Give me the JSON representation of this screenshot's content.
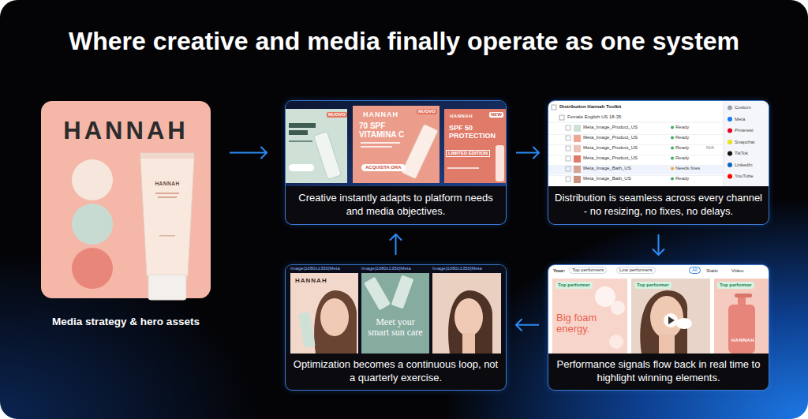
{
  "diagram": {
    "title": "Where creative and media finally operate as one system",
    "nodes": [
      {
        "text": [
          "HANNAH",
          "Media strategy & hero assets"
        ]
      },
      {
        "text": [
          "Creative instantly adapts to platform needs and media objectives."
        ]
      },
      {
        "text": [
          "Distribution is seamless across every channel - no resizing, no fixes, no delays."
        ]
      },
      {
        "text": [
          "Performance signals flow back in real time to highlight winning elements."
        ]
      },
      {
        "text": [
          "Optimization becomes a continuous loop, not a quarterly exercise."
        ]
      }
    ],
    "edges": [
      {
        "from": 0,
        "to": 1,
        "arrow": "to"
      },
      {
        "from": 1,
        "to": 2,
        "arrow": "to"
      },
      {
        "from": 2,
        "to": 3,
        "arrow": "to"
      },
      {
        "from": 3,
        "to": 4,
        "arrow": "to"
      },
      {
        "from": 4,
        "to": 1,
        "arrow": "to"
      }
    ],
    "labels": [
      "HANNAH",
      "NUOVO",
      "HANNAH",
      "NUOVO",
      "70 SPF VITAMINA C",
      "ACQUISTA ORA",
      "HANNAH",
      "NEW",
      "SPF 50 PROTECTION",
      "LIMITED EDITION",
      "Distribution Hannah Toolkit",
      "Female English US 18-35",
      "Meta_Image_Product_US",
      "Meta_Image_Product_US",
      "Meta_Image_Product_US",
      "Meta_Image_Product_US",
      "Meta_Image_Bath_US",
      "Meta_Image_Bath_US",
      "Ready",
      "Ready",
      "Ready",
      "Ready",
      "Needs fixes",
      "Ready",
      "N/A",
      "Custom",
      "Meta",
      "Pinterest",
      "Snapchat",
      "TikTok",
      "LinkedIn",
      "YouTube",
      "Your:",
      "Top performers",
      "Low performers",
      "All",
      "Static",
      "Video",
      "Top performer",
      "Big foam energy.",
      "Top performer",
      "Top performer",
      "HANNAH",
      "Image|1080x1350|Meta",
      "Image|1080x1350|Meta",
      "Image|1080x1350|Meta",
      "HANNAH",
      "Meet your smart sun care"
    ]
  }
}
